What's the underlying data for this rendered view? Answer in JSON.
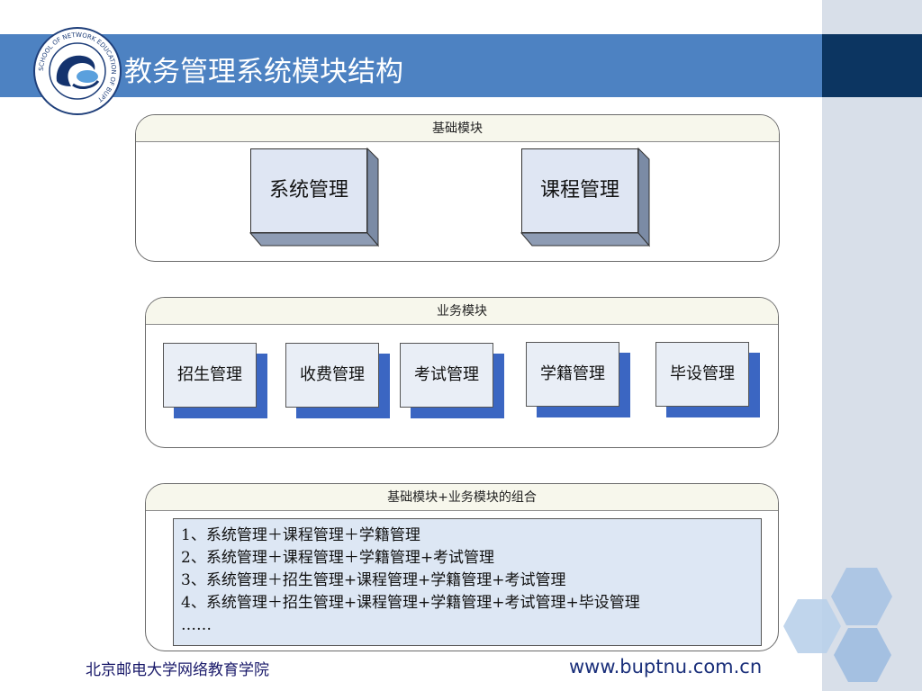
{
  "title": "教务管理系统模块结构",
  "logo": {
    "icon": "university-logo-icon",
    "ring_text": "SCHOOL OF NETWORK EDUCATION OF BUPT"
  },
  "basic_modules": {
    "header": "基础模块",
    "items": [
      "系统管理",
      "课程管理"
    ]
  },
  "business_modules": {
    "header": "业务模块",
    "items": [
      "招生管理",
      "收费管理",
      "考试管理",
      "学籍管理",
      "毕设管理"
    ]
  },
  "combinations": {
    "header": "基础模块+业务模块的组合",
    "items": [
      "1、系统管理＋课程管理＋学籍管理",
      "2、系统管理＋课程管理＋学籍管理+考试管理",
      "3、系统管理＋招生管理+课程管理+学籍管理+考试管理",
      "4、系统管理＋招生管理+课程管理+学籍管理+考试管理+毕设管理",
      "……"
    ]
  },
  "footer": {
    "institution": "北京邮电大学网络教育学院",
    "url": "www.buptnu.com.cn"
  },
  "colors": {
    "title_bar": "#4d82c2",
    "side_dark": "#0c3561",
    "side_light": "#d8dfe9",
    "module_shadow": "#3b66c2",
    "hex": "#a9c3e3"
  }
}
